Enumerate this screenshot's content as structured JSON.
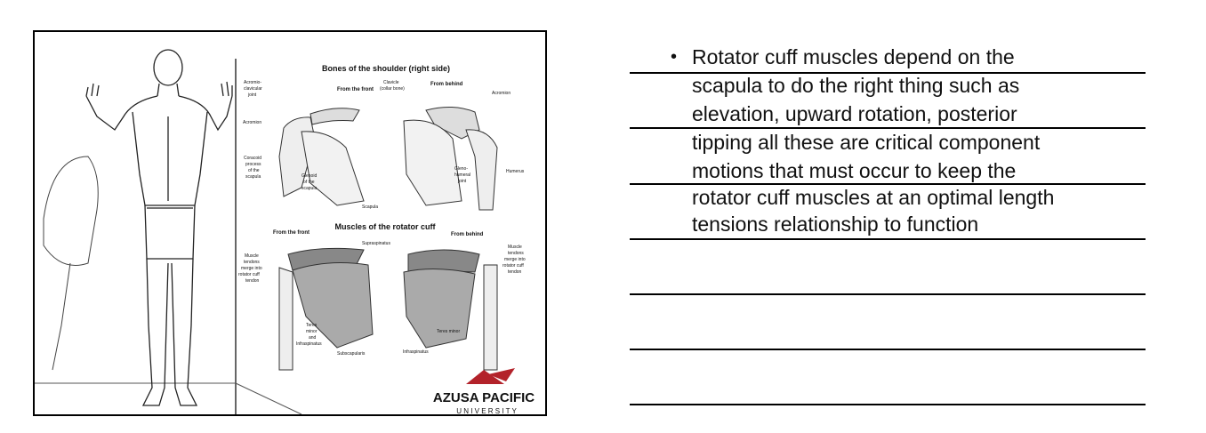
{
  "slide": {
    "figure_title_bones": "Bones of the shoulder (right side)",
    "figure_title_muscles": "Muscles of the rotator cuff",
    "from_front": "From the front",
    "from_behind": "From behind",
    "labels": {
      "acromioclavicular": [
        "Acromio-",
        "clavicular",
        "joint"
      ],
      "clavicle": [
        "Clavicle",
        "(collar bone)"
      ],
      "acromion": "Acromion",
      "coracoid": [
        "Coracoid",
        "process",
        "of the",
        "scapula"
      ],
      "glenoid": [
        "Glenoid",
        "of the",
        "scapula"
      ],
      "glenohumeral": [
        "Gleno-",
        "humeral",
        "joint"
      ],
      "humerus": "Humerus",
      "scapula": "Scapula",
      "supraspinatus": "Supraspinatus",
      "muscle_tendons": [
        "Muscle",
        "tendons",
        "merge into",
        "rotator cuff",
        "tendon"
      ],
      "teres_minor_infra": [
        "Teres",
        "minor",
        "and",
        "Infraspinatus"
      ],
      "subscapularis": "Subscapularis",
      "infraspinatus": "Infraspinatus",
      "teres_minor": "Teres minor"
    },
    "logo_name": "AZUSA PACIFIC",
    "logo_sub": "U N I V E R S I T Y"
  },
  "notes": {
    "bullet_lines": [
      "Rotator cuff muscles depend on the",
      "scapula to do the right thing such as",
      "elevation, upward rotation, posterior",
      "tipping all these are critical component",
      "motions that must occur to keep the",
      "rotator cuff muscles at an optimal length",
      "tensions relationship to function"
    ]
  }
}
